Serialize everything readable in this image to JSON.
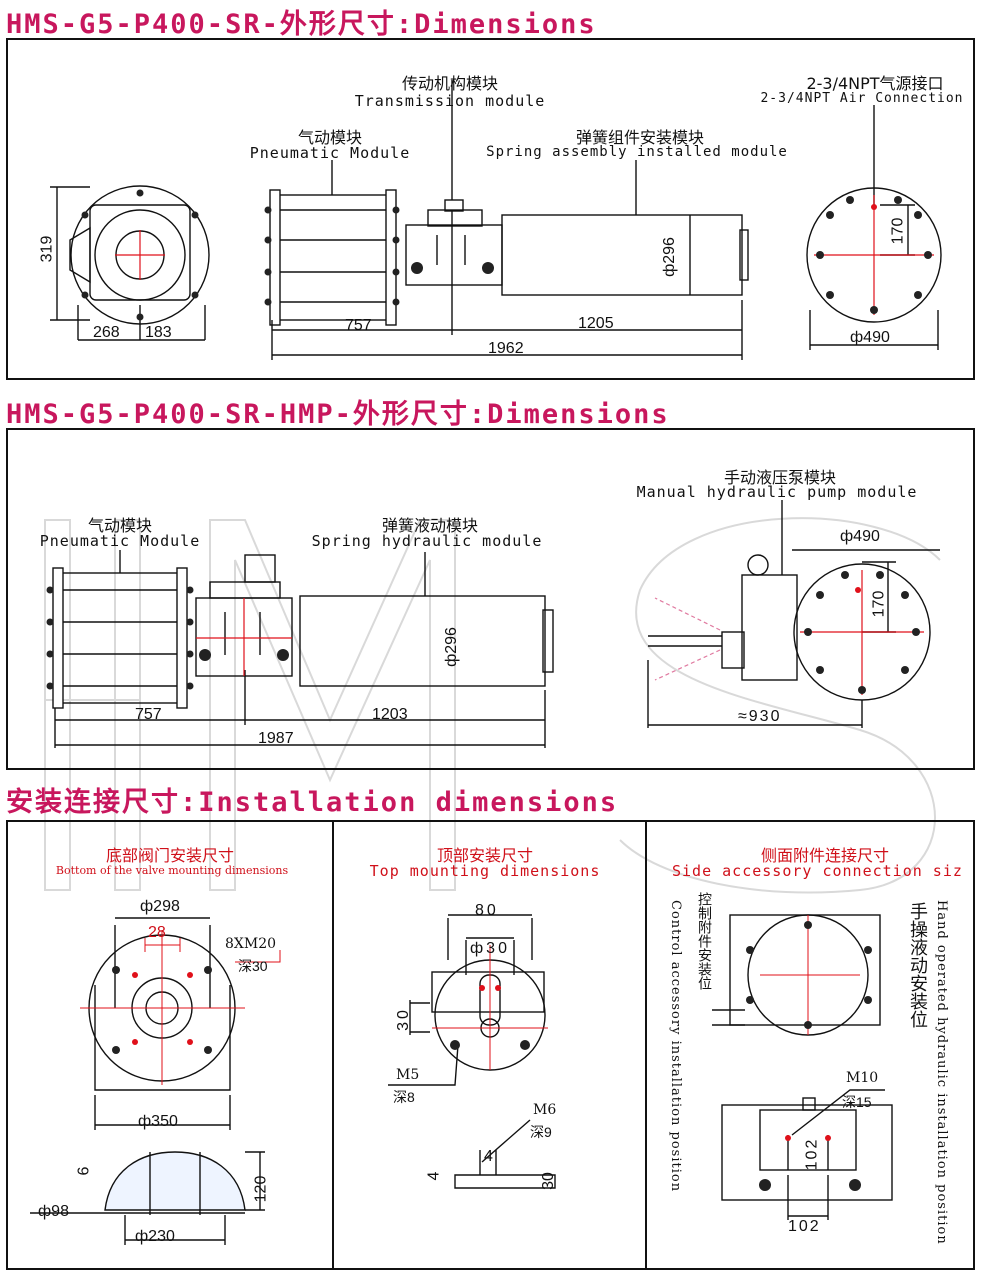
{
  "section1": {
    "title": "HMS-G5-P400-SR-外形尺寸:Dimensions",
    "transmission_cn": "传动机构模块",
    "transmission_en": "Transmission module",
    "air_cn": "2-3/4NPT气源接口",
    "air_en": "2-3/4NPT Air Connection",
    "pneumatic_cn": "气动模块",
    "pneumatic_en": "Pneumatic Module",
    "spring_cn": "弹簧组件安装模块",
    "spring_en": "Spring assembly installed module",
    "d319": "319",
    "d268": "268",
    "d183": "183",
    "d757": "757",
    "d1205": "1205",
    "d1962": "1962",
    "d296": "ф296",
    "d170": "170",
    "d490": "ф490"
  },
  "section2": {
    "title": "HMS-G5-P400-SR-HMP-外形尺寸:Dimensions",
    "pneumatic_cn": "气动模块",
    "pneumatic_en": "Pneumatic Module",
    "spring_cn": "弹簧液动模块",
    "spring_en": "Spring hydraulic module",
    "pump_cn": "手动液压泵模块",
    "pump_en": "Manual hydraulic pump module",
    "d757": "757",
    "d1203": "1203",
    "d1987": "1987",
    "d296": "ф296",
    "d490": "ф490",
    "d170": "170",
    "d930": "≈930"
  },
  "section3": {
    "title": "安装连接尺寸:Installation dimensions",
    "bottom_cn": "底部阀门安装尺寸",
    "bottom_en": "Bottom of the valve mounting dimensions",
    "top_cn": "顶部安装尺寸",
    "top_en": "Top mounting dimensions",
    "side_cn": "侧面附件连接尺寸",
    "side_en": "Side accessory connection siz",
    "b298": "ф298",
    "b28": "28",
    "b8xm20": "8XM20",
    "bdeep30": "深30",
    "b350": "ф350",
    "b6": "6",
    "b120": "120",
    "b98": "ф98",
    "b230": "ф230",
    "t80": "80",
    "t30d": "ф30",
    "t30": "30",
    "tm5": "M5",
    "tdeep8": "深8",
    "tm6": "M6",
    "tdeep9": "深9",
    "t4a": "4",
    "t4b": "4",
    "t30b": "30",
    "s_ctrl_cn": "控制附件安装位",
    "s_ctrl_en": "Control accessory installation position",
    "s_hand_cn": "手操液动安装位",
    "s_hand_en": "Hand operated hydraulic installation position",
    "sm10": "M10",
    "sdeep15": "深15",
    "s102a": "102",
    "s102b": "102"
  }
}
